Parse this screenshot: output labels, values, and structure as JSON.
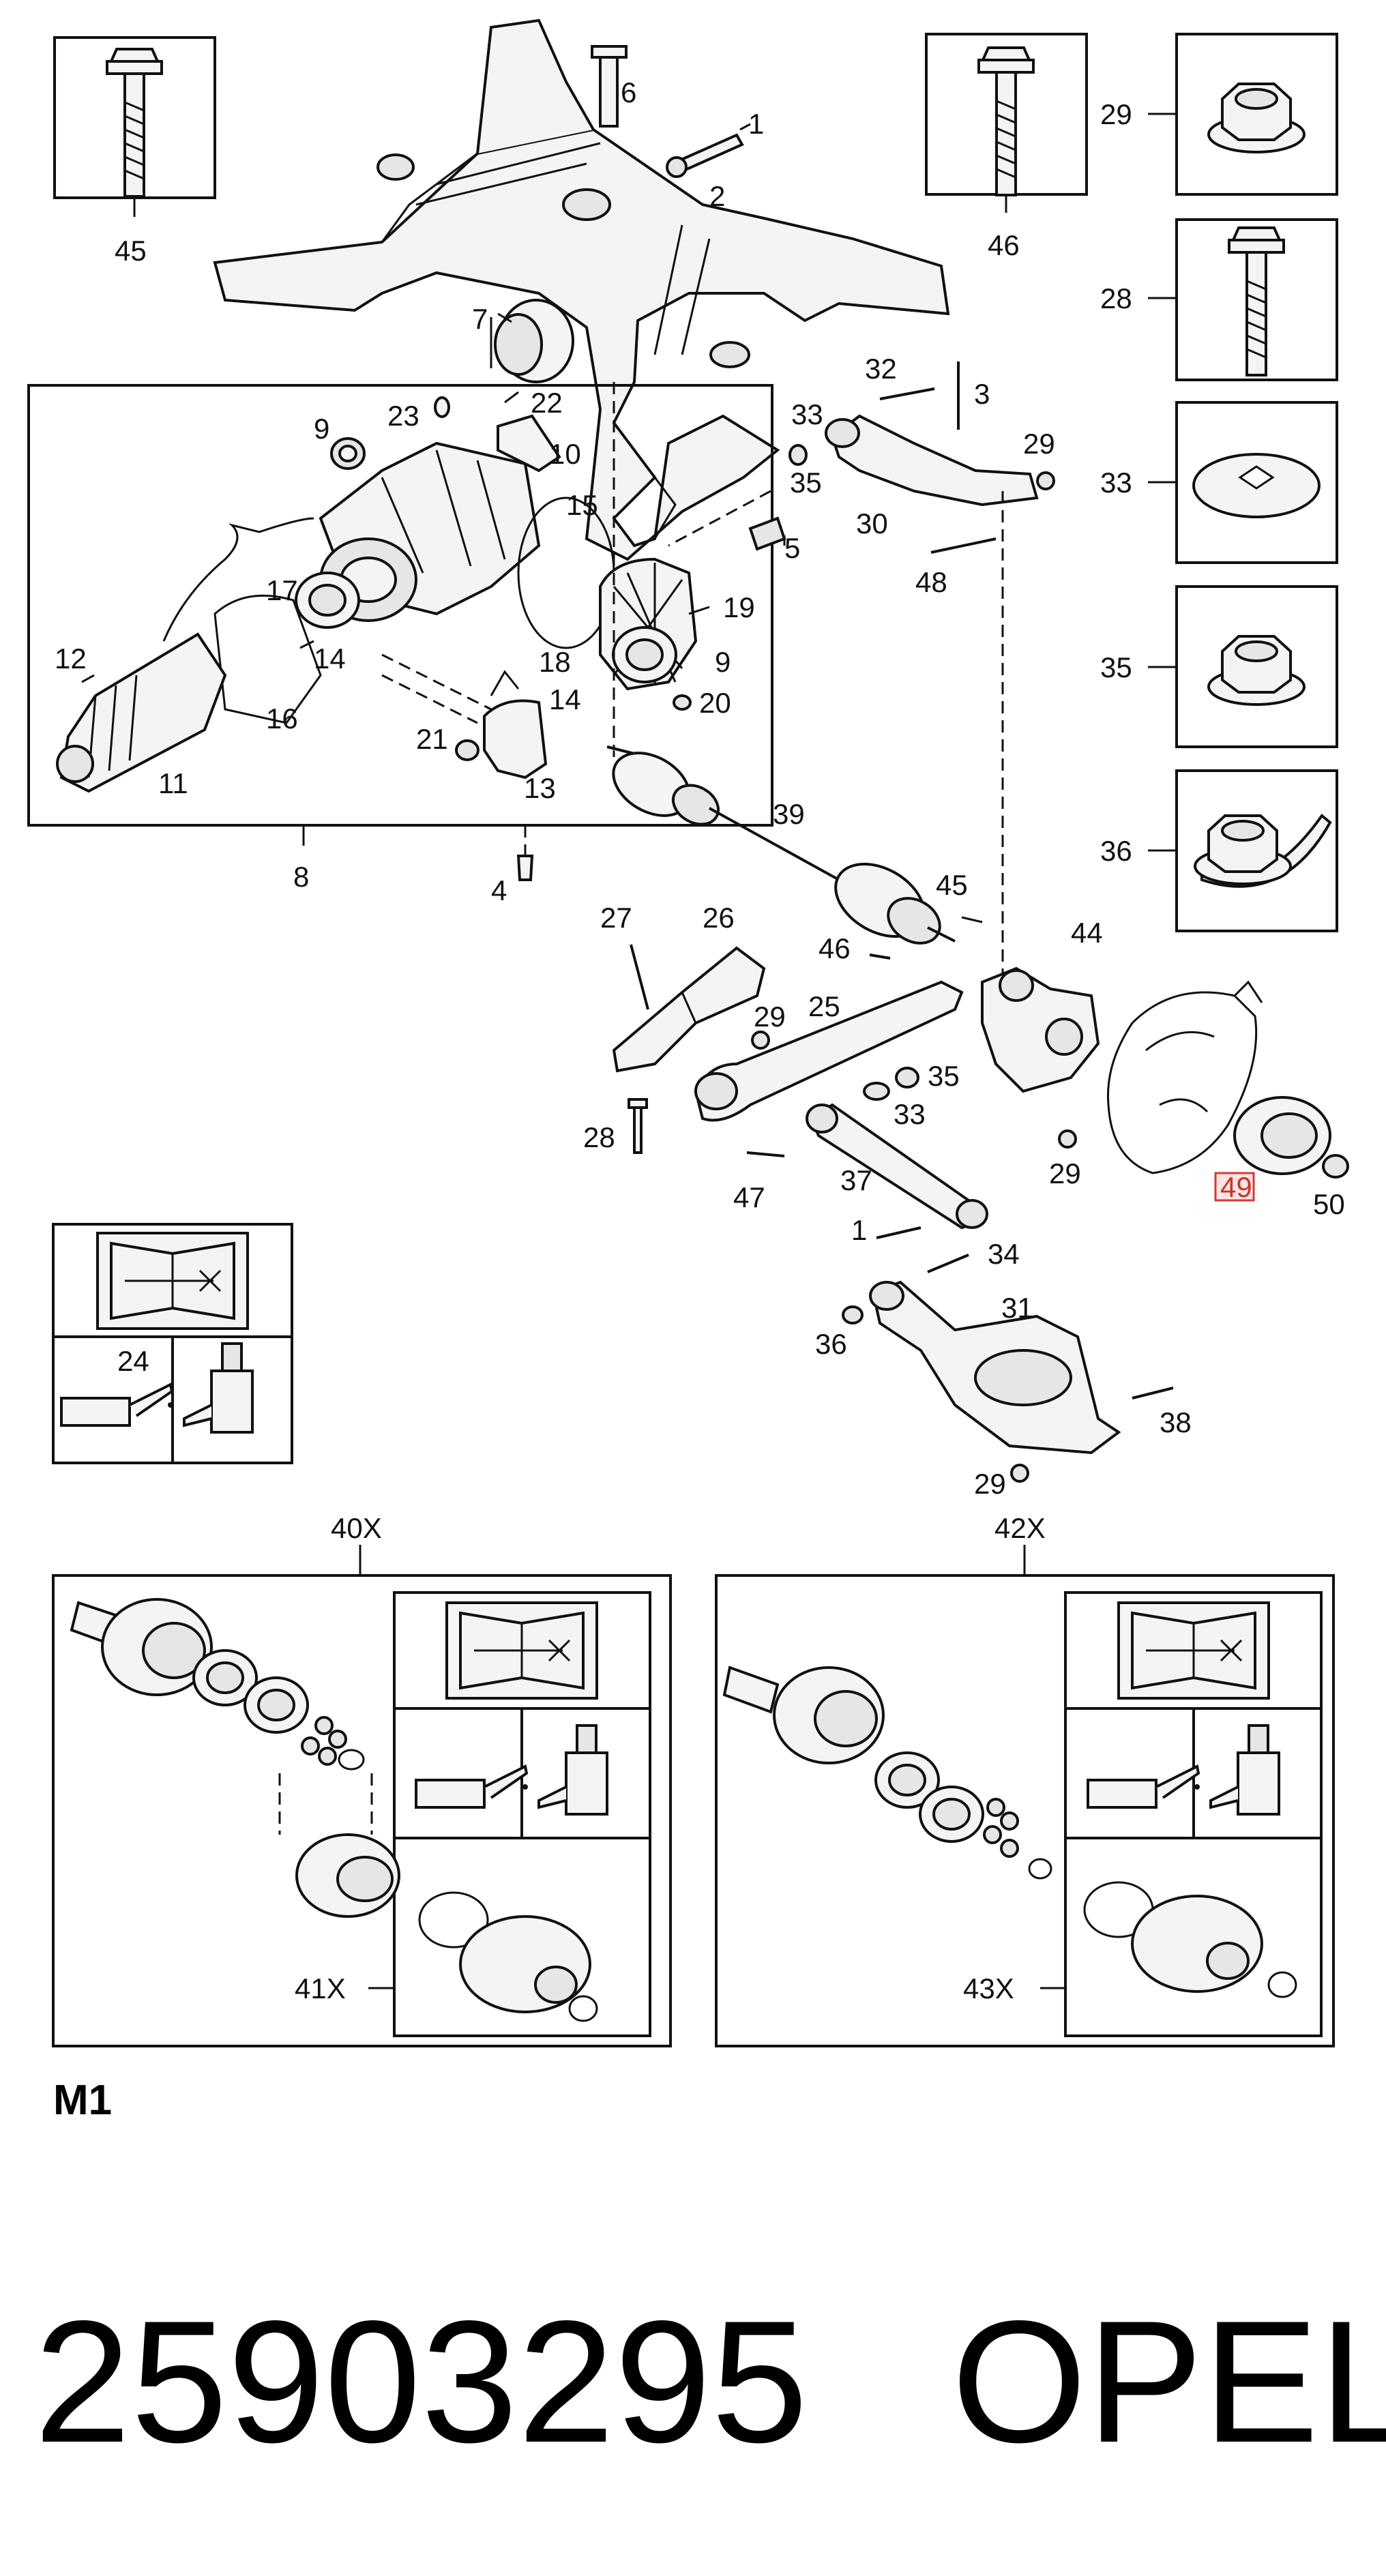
{
  "part_number": "25903295",
  "brand": "OPEL",
  "diagram_code": "M1",
  "highlighted_callout": "49",
  "colors": {
    "line": "#111111",
    "highlight": "#d43a3a",
    "background": "#ffffff"
  },
  "callouts": {
    "c1a": "1",
    "c1b": "1",
    "c2": "2",
    "c3": "3",
    "c4": "4",
    "c5": "5",
    "c6": "6",
    "c7": "7",
    "c8": "8",
    "c9a": "9",
    "c9b": "9",
    "c10": "10",
    "c11": "11",
    "c12": "12",
    "c13": "13",
    "c14a": "14",
    "c14b": "14",
    "c15": "15",
    "c16": "16",
    "c17": "17",
    "c18": "18",
    "c19": "19",
    "c20": "20",
    "c21": "21",
    "c22": "22",
    "c23": "23",
    "c24": "24",
    "c25": "25",
    "c26": "26",
    "c27": "27",
    "c28a": "28",
    "c28b": "28",
    "c29a": "29",
    "c29b": "29",
    "c29c": "29",
    "c29d": "29",
    "c29e": "29",
    "c30": "30",
    "c31": "31",
    "c32": "32",
    "c33a": "33",
    "c33b": "33",
    "c33c": "33",
    "c34": "34",
    "c35a": "35",
    "c35b": "35",
    "c35c": "35",
    "c36a": "36",
    "c36b": "36",
    "c37": "37",
    "c38": "38",
    "c39": "39",
    "c40": "40X",
    "c41": "41X",
    "c42": "42X",
    "c43": "43X",
    "c44": "44",
    "c45a": "45",
    "c45b": "45",
    "c46a": "46",
    "c46b": "46",
    "c47": "47",
    "c48": "48",
    "c49": "49",
    "c50": "50"
  },
  "icons": [
    "bolt-icon",
    "nut-icon",
    "washer-icon",
    "manual-icon",
    "oil-can-icon",
    "grease-icon"
  ]
}
